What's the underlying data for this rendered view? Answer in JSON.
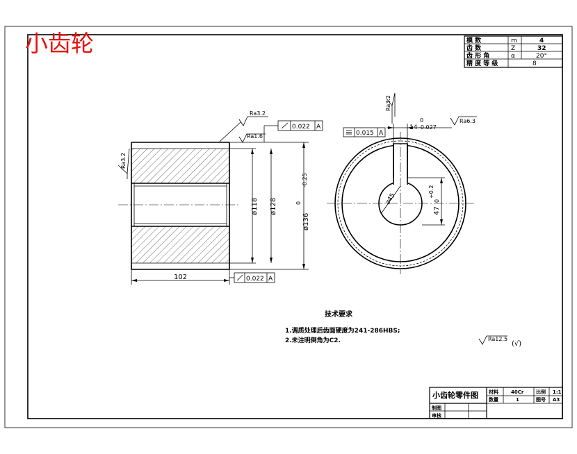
{
  "title_overlay": "小齿轮",
  "param_table": [
    {
      "label": "模    数",
      "symbol": "m",
      "value": "4"
    },
    {
      "label": "齿    数",
      "symbol": "Z",
      "value": "32"
    },
    {
      "label": "齿  形  角",
      "symbol": "α",
      "value": "20°"
    },
    {
      "label": "精 度 等 级",
      "symbol": "",
      "value": "8"
    }
  ],
  "dims": {
    "length": "102",
    "bore": "ø118",
    "hub": "ø128",
    "outer": "ø136",
    "outer_tol_upper": "0",
    "outer_tol_lower": "-0.25",
    "keyway_width": "14",
    "keyway_width_tol_upper": "0",
    "keyway_width_tol_lower": "-0.027",
    "shaft_dia": "ø45",
    "keyway_depth": "47",
    "keyway_depth_tol_upper": "+0.2",
    "keyway_depth_tol_lower": "0"
  },
  "roughness": {
    "top": "Ra3.2",
    "top2": "Ra1.6",
    "left": "Ra3.2",
    "key_top": "Ra3.2",
    "key_right": "Ra6.3",
    "general": "Ra12.5",
    "general_note": "(√)"
  },
  "tolerances": {
    "runout_top": {
      "value": "0.022",
      "datum": "A"
    },
    "runout_bottom": {
      "value": "0.022",
      "datum": "A"
    },
    "symmetry": {
      "value": "0.015",
      "datum": "A"
    }
  },
  "tech_req": {
    "title": "技术要求",
    "items": [
      "1.调质处理后齿面硬度为241-286HBS;",
      "2.未注明倒角为C2."
    ]
  },
  "title_block": {
    "name": "小齿轮零件图",
    "material_label": "材料",
    "material": "40Cr",
    "scale_label": "比例",
    "scale": "1:1",
    "qty_label": "数量",
    "qty": "1",
    "sheet_label": "图号",
    "sheet": "A3",
    "drawn_label": "制图",
    "checked_label": "审核"
  }
}
